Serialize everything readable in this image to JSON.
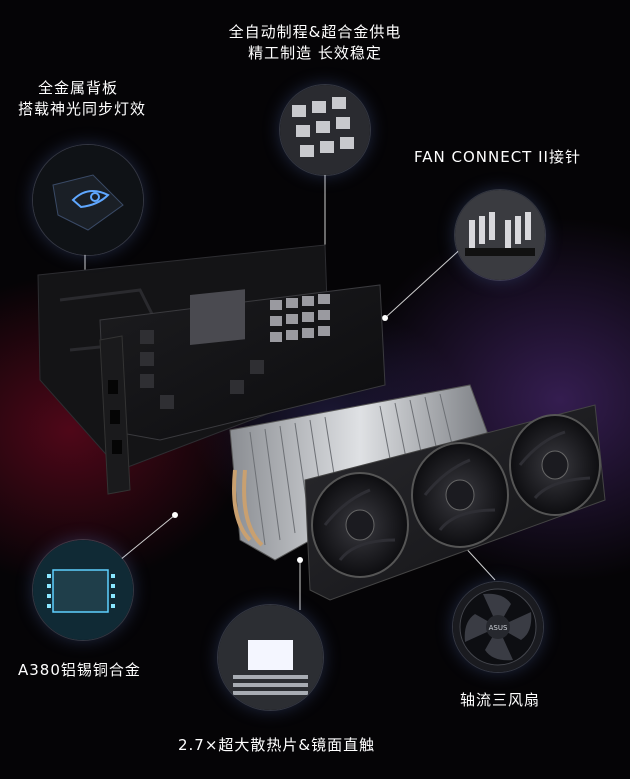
{
  "labels": {
    "power": [
      "全自动制程&超合金供电",
      "精工制造 长效稳定"
    ],
    "backplate": [
      "全金属背板",
      "搭载神光同步灯效"
    ],
    "fan_connect": "FAN CONNECT II接针",
    "alloy": "A380铝锡铜合金",
    "heatsink": "2.7×超大散热片&镜面直触",
    "fans": "轴流三风扇"
  },
  "colors": {
    "background": "#050406",
    "accent_red": "#8c0a28",
    "accent_purple": "#6e3caa",
    "callout_line": "#d0d0d0"
  },
  "icons": [
    "rog-logo-icon",
    "asus-logo-icon"
  ]
}
